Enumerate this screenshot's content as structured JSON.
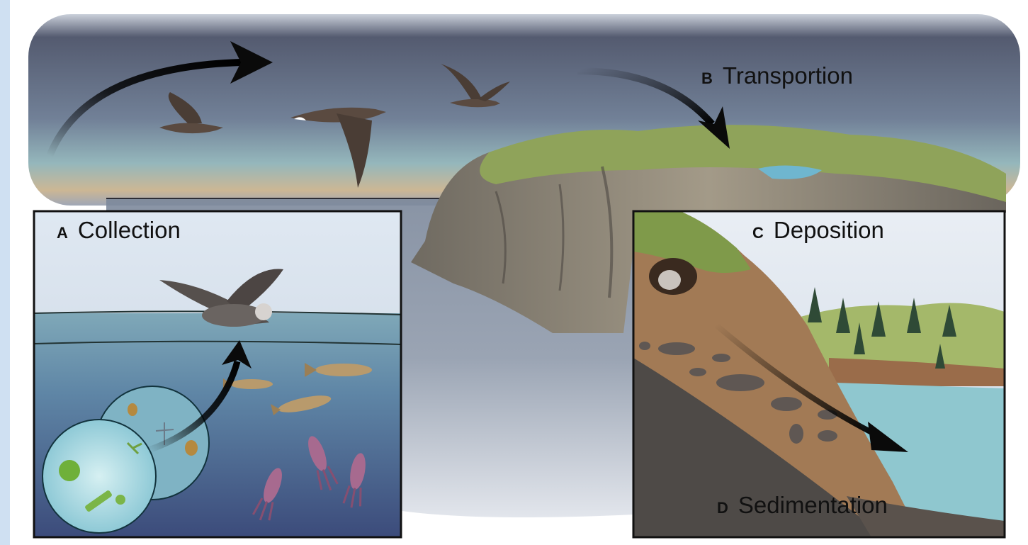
{
  "stages": {
    "a": {
      "letter": "A",
      "name": "Collection"
    },
    "b": {
      "letter": "B",
      "name": "Transportion"
    },
    "c": {
      "letter": "C",
      "name": "Deposition"
    },
    "d": {
      "letter": "D",
      "name": "Sedimentation"
    }
  },
  "colors": {
    "sky": "#5d6b86",
    "sea": "#7f8da0",
    "grass": "#8fa35a",
    "cliff": "#8d8576",
    "soil": "#a27a55",
    "panel_border": "#111111",
    "arrow": "#0a0a0a",
    "plankton_bubble": "#bfe3ec",
    "fish": "#b89a6c",
    "squid": "#a76a8f"
  },
  "icons": [
    "seabird-icon",
    "fish-icon",
    "squid-icon",
    "plankton-icon",
    "tree-icon",
    "burrow-icon",
    "arrow-icon"
  ]
}
